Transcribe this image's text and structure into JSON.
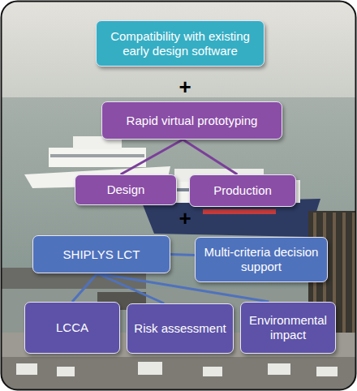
{
  "diagram": {
    "nodes": [
      {
        "text": [
          "Compatibility with existing early design software"
        ]
      },
      {
        "text": [
          "Rapid virtual prototyping"
        ]
      },
      {
        "text": [
          "Design"
        ]
      },
      {
        "text": [
          "Production"
        ]
      },
      {
        "text": [
          "SHIPLYS LCT"
        ]
      },
      {
        "text": [
          "Multi-criteria decision support"
        ]
      },
      {
        "text": [
          "LCCA"
        ]
      },
      {
        "text": [
          "Risk assessment"
        ]
      },
      {
        "text": [
          "Environmental impact"
        ]
      }
    ],
    "edges": [
      {
        "from": 1,
        "to": 2,
        "arrow": "none"
      },
      {
        "from": 1,
        "to": 3,
        "arrow": "none"
      },
      {
        "from": 4,
        "to": 5,
        "arrow": "none"
      },
      {
        "from": 4,
        "to": 6,
        "arrow": "none"
      },
      {
        "from": 4,
        "to": 7,
        "arrow": "none"
      },
      {
        "from": 4,
        "to": 8,
        "arrow": "none"
      }
    ],
    "labels": [
      "+",
      "+"
    ]
  }
}
